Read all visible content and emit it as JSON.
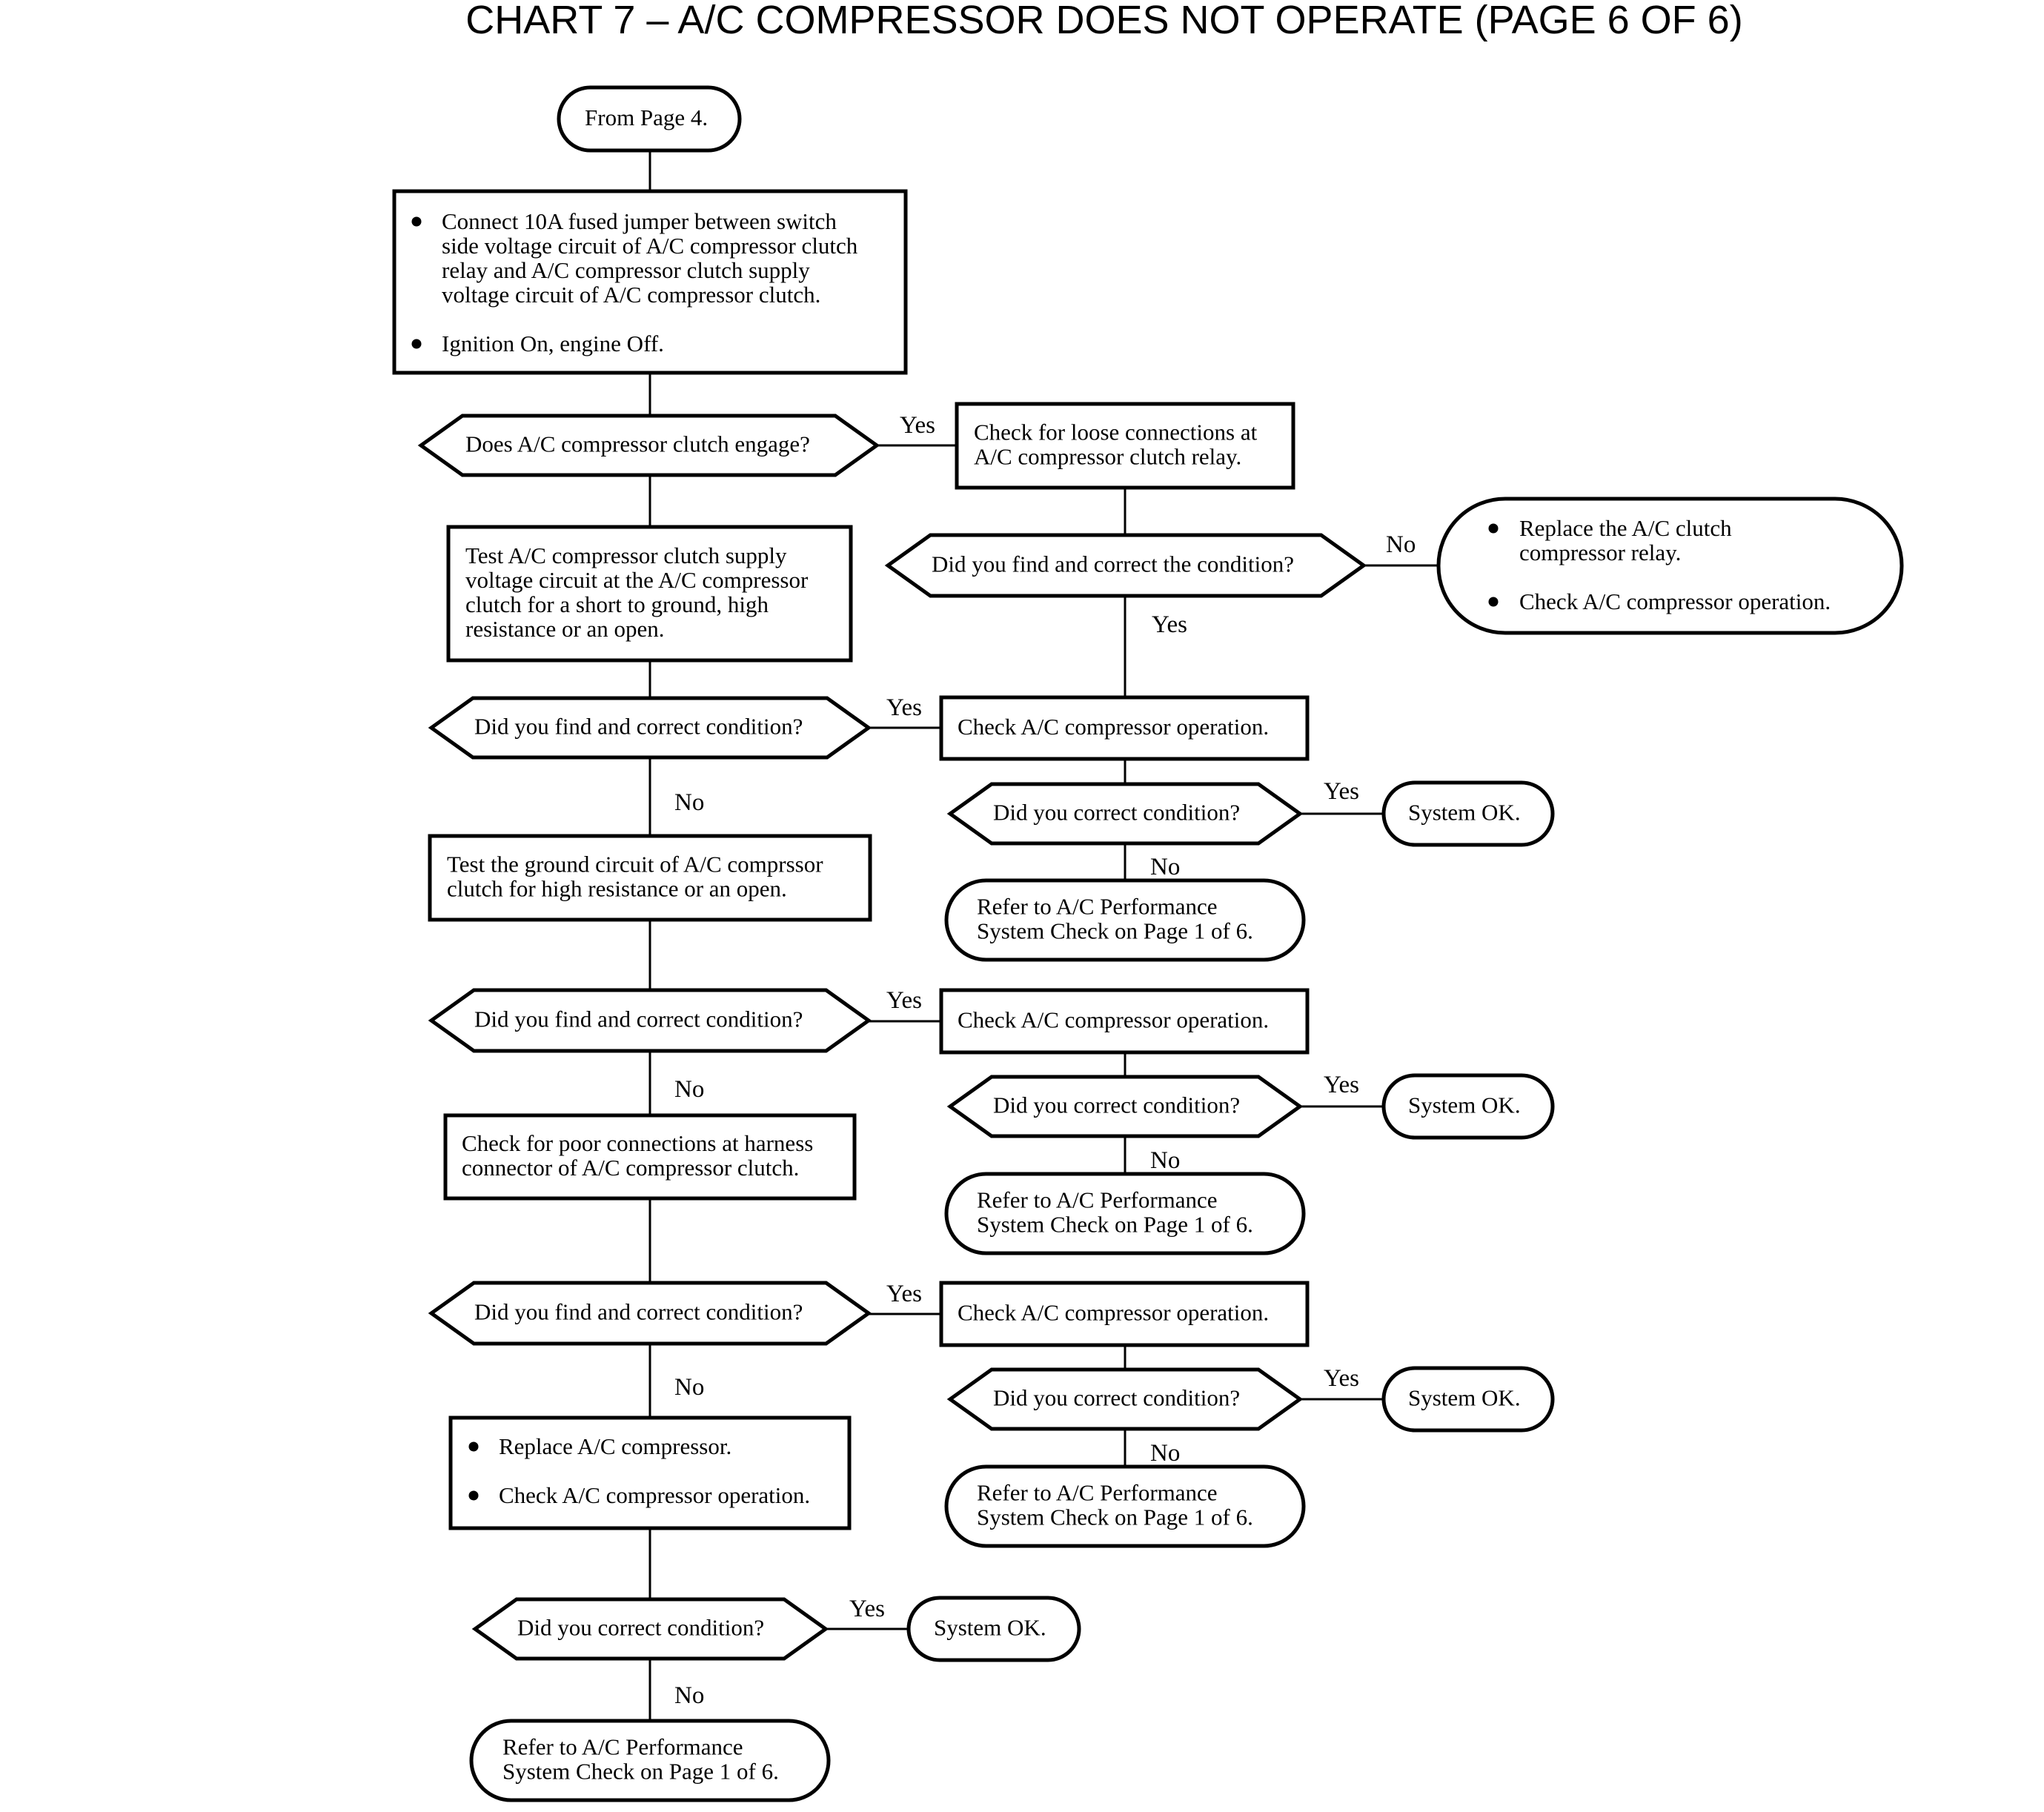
{
  "title": "CHART 7 – A/C COMPRESSOR DOES NOT OPERATE (PAGE 6 OF 6)",
  "nodes": {
    "start": {
      "lines": [
        "From Page 4."
      ]
    },
    "connect_jumper": {
      "bullets": [
        [
          "Connect 10A fused jumper between switch",
          "side voltage circuit of A/C compressor clutch",
          "relay and A/C compressor clutch supply",
          "voltage circuit of A/C compressor clutch."
        ],
        [
          "Ignition On, engine Off."
        ]
      ]
    },
    "q_clutch_engage": {
      "lines": [
        "Does A/C compressor clutch engage?"
      ]
    },
    "check_loose_relay": {
      "lines": [
        "Check for loose connections at",
        "A/C compressor clutch relay."
      ]
    },
    "q_find_correct_relay": {
      "lines": [
        "Did you find and correct the condition?"
      ]
    },
    "replace_relay": {
      "bullets": [
        [
          "Replace the A/C clutch",
          "compressor relay."
        ],
        [
          "Check A/C compressor operation."
        ]
      ]
    },
    "test_supply_circuit": {
      "lines": [
        "Test A/C compressor clutch supply",
        "voltage circuit at the A/C compressor",
        "clutch for a short to ground, high",
        "resistance or an open."
      ]
    },
    "q_find_1": {
      "lines": [
        "Did you find and correct condition?"
      ]
    },
    "check_op_1": {
      "lines": [
        "Check A/C compressor operation."
      ]
    },
    "q_correct_1": {
      "lines": [
        "Did you correct condition?"
      ]
    },
    "ok_1": {
      "lines": [
        "System OK."
      ]
    },
    "refer_1": {
      "lines": [
        "Refer to A/C Performance",
        "System Check on Page 1 of 6."
      ]
    },
    "test_ground": {
      "lines": [
        "Test the ground circuit of A/C comprssor",
        "clutch for high resistance or an open."
      ]
    },
    "q_find_2": {
      "lines": [
        "Did you find and correct condition?"
      ]
    },
    "check_op_2": {
      "lines": [
        "Check A/C compressor operation."
      ]
    },
    "q_correct_2": {
      "lines": [
        "Did you correct condition?"
      ]
    },
    "ok_2": {
      "lines": [
        "System OK."
      ]
    },
    "refer_2": {
      "lines": [
        "Refer to A/C Performance",
        "System Check on Page 1 of 6."
      ]
    },
    "check_harness": {
      "lines": [
        "Check for poor connections at harness",
        "connector of A/C compressor clutch."
      ]
    },
    "q_find_3": {
      "lines": [
        "Did you find and correct condition?"
      ]
    },
    "check_op_3": {
      "lines": [
        "Check A/C compressor operation."
      ]
    },
    "q_correct_3": {
      "lines": [
        "Did you correct condition?"
      ]
    },
    "ok_3": {
      "lines": [
        "System OK."
      ]
    },
    "refer_3": {
      "lines": [
        "Refer to A/C Performance",
        "System Check on Page 1 of 6."
      ]
    },
    "replace_compressor": {
      "bullets": [
        [
          "Replace A/C compressor."
        ],
        [
          "Check A/C compressor operation."
        ]
      ]
    },
    "q_correct_final": {
      "lines": [
        "Did you correct condition?"
      ]
    },
    "ok_final": {
      "lines": [
        "System OK."
      ]
    },
    "refer_final": {
      "lines": [
        "Refer to A/C Performance",
        "System Check on Page 1 of 6."
      ]
    }
  },
  "edge_labels": {
    "yes": "Yes",
    "no": "No"
  }
}
